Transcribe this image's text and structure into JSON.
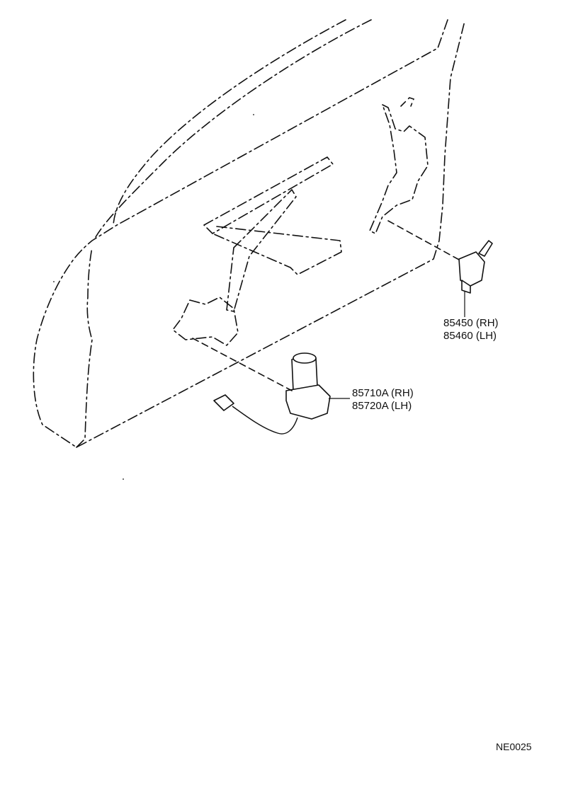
{
  "parts": {
    "door_lock_switch": {
      "rh": "85450 (RH)",
      "lh": "85460 (LH)"
    },
    "window_motor": {
      "rh": "85710A (RH)",
      "lh": "85720A (LH)"
    }
  },
  "figure_code": "NE0025"
}
